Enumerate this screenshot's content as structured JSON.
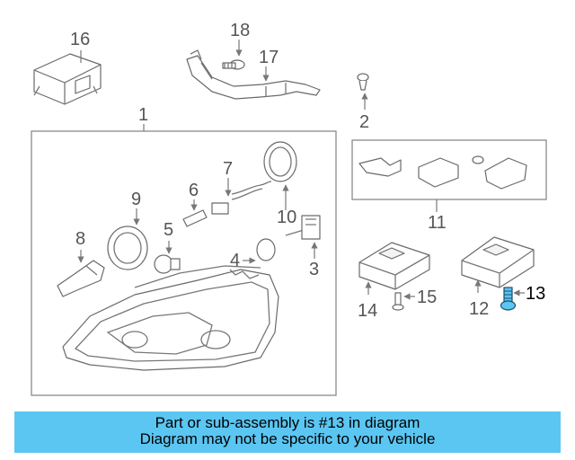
{
  "diagram": {
    "callouts": {
      "c1": "1",
      "c2": "2",
      "c3": "3",
      "c4": "4",
      "c5": "5",
      "c6": "6",
      "c7": "7",
      "c8": "8",
      "c9": "9",
      "c10": "10",
      "c11": "11",
      "c12": "12",
      "c13": "13",
      "c14": "14",
      "c15": "15",
      "c16": "16",
      "c17": "17",
      "c18": "18"
    },
    "highlight_part": "13",
    "highlight_color": "#5bc6f2"
  },
  "banner": {
    "line1": "Part or sub-assembly is #13 in diagram",
    "line2": "Diagram may not be specific to your vehicle",
    "color": "#5bc6f2"
  }
}
